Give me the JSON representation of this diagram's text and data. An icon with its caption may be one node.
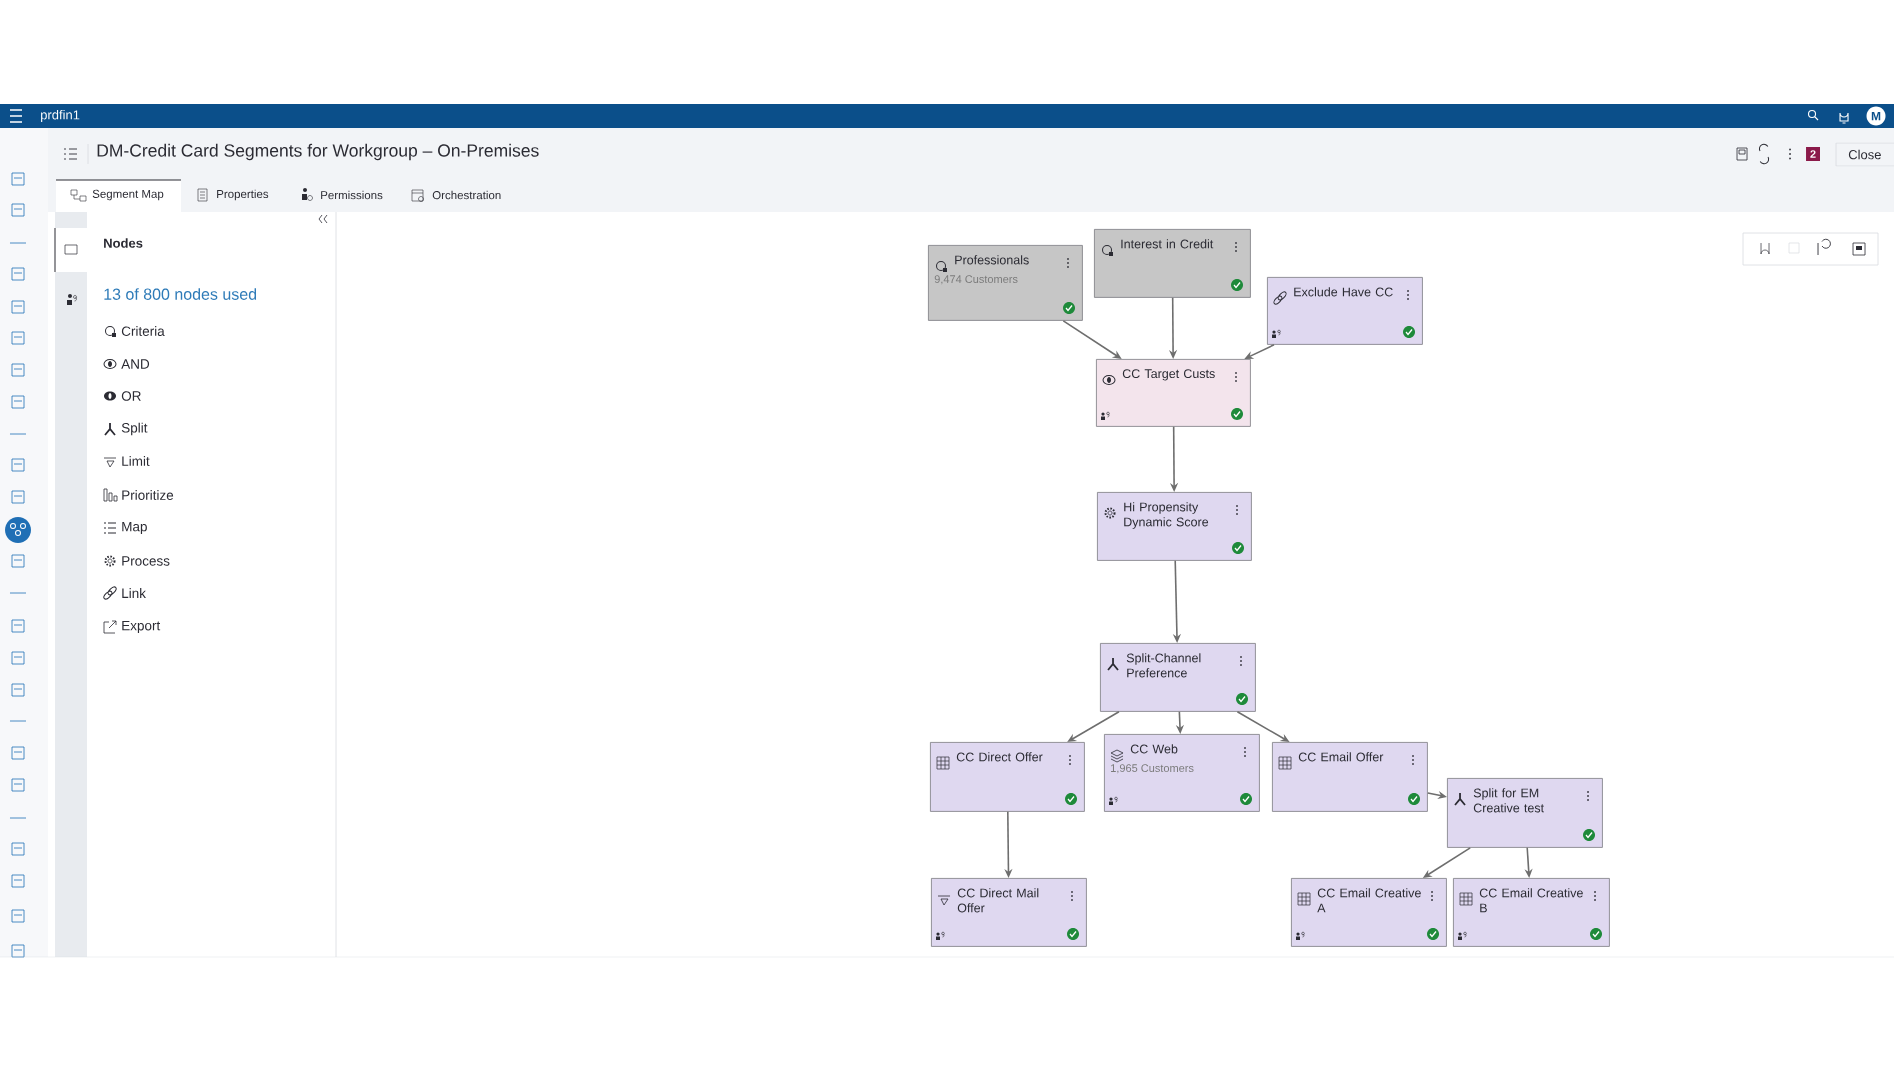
{
  "diagram": {
    "title": "DM-Credit Card Segments for Workgroup – On-Premises",
    "nodes": [
      {
        "text": [
          "Professionals",
          "9,474 Customers"
        ]
      },
      {
        "text": [
          "Interest in Credit"
        ]
      },
      {
        "text": [
          "Exclude Have CC"
        ]
      },
      {
        "text": [
          "CC Target Custs"
        ]
      },
      {
        "text": [
          "Hi Propensity Dynamic Score"
        ]
      },
      {
        "text": [
          "Split-Channel Preference"
        ]
      },
      {
        "text": [
          "CC Direct Offer"
        ]
      },
      {
        "text": [
          "CC Web",
          "1,965 Customers"
        ]
      },
      {
        "text": [
          "CC Email Offer"
        ]
      },
      {
        "text": [
          "Split for EM Creative test"
        ]
      },
      {
        "text": [
          "CC Direct Mail Offer"
        ]
      },
      {
        "text": [
          "CC Email Creative A"
        ]
      },
      {
        "text": [
          "CC Email Creative B"
        ]
      }
    ],
    "edges": [
      {
        "from": 0,
        "to": 3,
        "arrow": "to"
      },
      {
        "from": 1,
        "to": 3,
        "arrow": "to"
      },
      {
        "from": 2,
        "to": 3,
        "arrow": "to"
      },
      {
        "from": 3,
        "to": 4,
        "arrow": "to"
      },
      {
        "from": 4,
        "to": 5,
        "arrow": "to"
      },
      {
        "from": 5,
        "to": 6,
        "arrow": "to"
      },
      {
        "from": 5,
        "to": 7,
        "arrow": "to"
      },
      {
        "from": 5,
        "to": 8,
        "arrow": "to"
      },
      {
        "from": 8,
        "to": 9,
        "arrow": "to"
      },
      {
        "from": 6,
        "to": 10,
        "arrow": "to"
      },
      {
        "from": 9,
        "to": 11,
        "arrow": "to"
      },
      {
        "from": 9,
        "to": 12,
        "arrow": "to"
      }
    ],
    "labels": [
      "prdfin1",
      "M",
      "2",
      "Close",
      "Segment Map",
      "Properties",
      "Permissions",
      "Orchestration",
      "Nodes",
      "13 of 800 nodes used",
      "Criteria",
      "AND",
      "OR",
      "Split",
      "Limit",
      "Prioritize",
      "Map",
      "Process",
      "Link",
      "Export"
    ]
  }
}
